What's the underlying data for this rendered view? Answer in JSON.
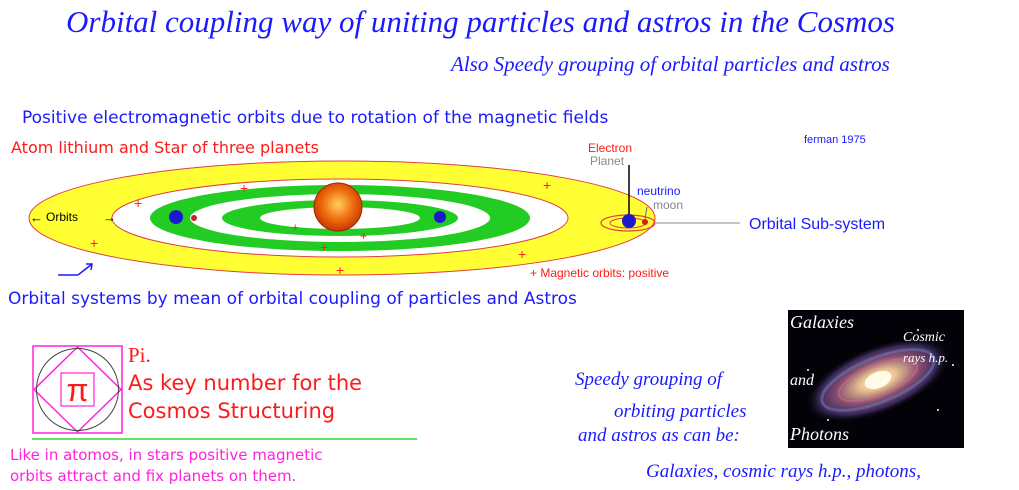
{
  "title": "Orbital coupling way of uniting particles and astros in the Cosmos",
  "subtitle": "Also  Speedy grouping of orbital particles and astros",
  "diagram": {
    "heading_orbits": "Positive electromagnetic orbits due to rotation of the magnetic fields",
    "heading_atom": "Atom lithium and Star of three planets",
    "author": "ferman 1975",
    "label_electron": "Electron",
    "label_planet": "Planet",
    "label_neutrino": "neutrino",
    "label_moon": "moon",
    "label_orbits": "Orbits",
    "label_subsystem": "Orbital Sub-system",
    "label_magnetic": "+ Magnetic orbits: positive",
    "caption": "Orbital systems by mean of orbital coupling of particles  and Astros",
    "plus_sign": "+"
  },
  "pi_box": {
    "symbol": "π",
    "word": "Pi.",
    "line1": "As key number for the",
    "line2": "Cosmos Structuring"
  },
  "note": {
    "line1": "Like in atomos, in stars positive magnetic",
    "line2": "orbits attract and fix planets on them."
  },
  "speedy": {
    "line1": "Speedy grouping of",
    "line2": "orbiting particles",
    "line3": "and astros as can be:"
  },
  "galaxy_image": {
    "label_galaxies": "Galaxies",
    "label_cosmic": "Cosmic",
    "label_rays": "rays h.p.",
    "label_and": "and",
    "label_photons": "Photons"
  },
  "bottom_line": "Galaxies, cosmic rays h.p., photons,",
  "colors": {
    "blue": "#1a1aff",
    "red": "#ff1a1a",
    "magenta": "#ff22dd",
    "yellow": "#ffff33",
    "green": "#22cc22"
  }
}
